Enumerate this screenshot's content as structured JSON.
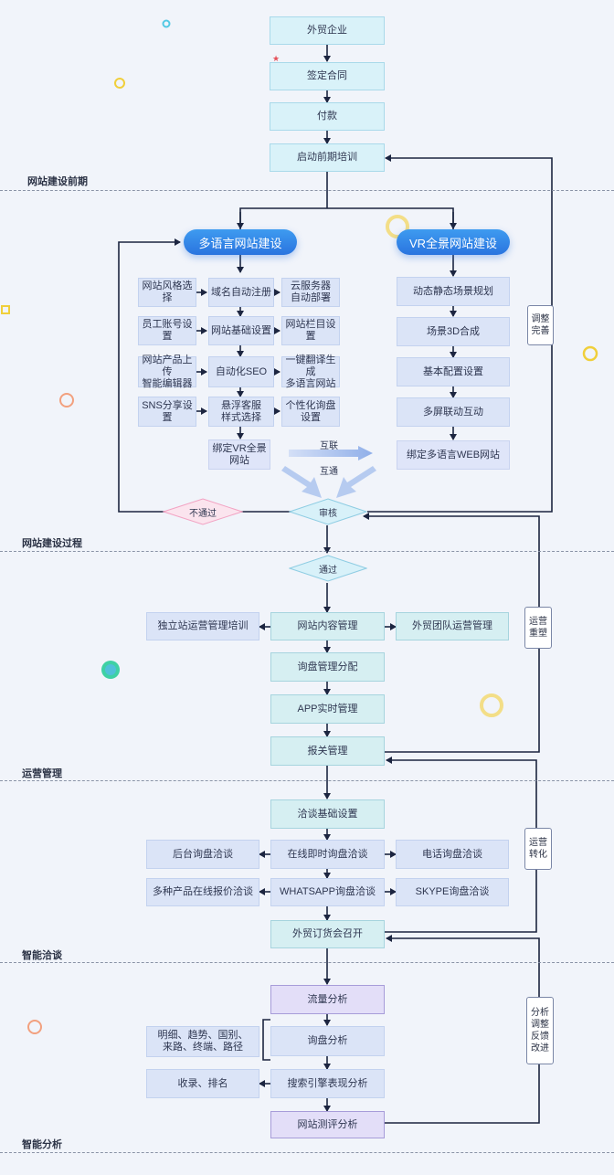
{
  "top": {
    "company": "外贸企业",
    "contract": "签定合同",
    "payment": "付款",
    "training": "启动前期培训"
  },
  "sections": {
    "s1": "网站建设前期",
    "s2": "网站建设过程",
    "s3": "运营管理",
    "s4": "智能洽谈",
    "s5": "智能分析"
  },
  "multilang": {
    "title": "多语言网站建设",
    "left": [
      "网站风格选择",
      "员工账号设置",
      "网站产品上传\n智能编辑器",
      "SNS分享设置"
    ],
    "center": [
      "域名自动注册",
      "网站基础设置",
      "自动化SEO",
      "悬浮客服\n样式选择",
      "绑定VR全景\n网站"
    ],
    "right": [
      "云服务器\n自动部署",
      "网站栏目设置",
      "一键翻译生成\n多语言网站",
      "个性化询盘\n设置"
    ]
  },
  "vr": {
    "title": "VR全景网站建设",
    "items": [
      "动态静态场景规划",
      "场景3D合成",
      "基本配置设置",
      "多屏联动互动",
      "绑定多语言WEB网站"
    ]
  },
  "connect": {
    "a": "互联",
    "b": "互通"
  },
  "review": {
    "label": "审核",
    "fail": "不通过",
    "pass": "通过"
  },
  "side_labels": {
    "adjust": "调整\n完善",
    "reshape": "运营\n重塑",
    "convert": "运营\n转化",
    "analysis": "分析\n调整\n反馈\n改进"
  },
  "ops": {
    "training": "独立站运营管理培训",
    "content": "网站内容管理",
    "team": "外贸团队运营管理",
    "inquiry": "询盘管理分配",
    "app": "APP实时管理",
    "customs": "报关管理"
  },
  "nego": {
    "base": "洽谈基础设置",
    "backend": "后台询盘洽谈",
    "online": "在线即时询盘洽谈",
    "phone": "电话询盘洽谈",
    "quote": "多种产品在线报价洽谈",
    "whatsapp": "WHATSAPP询盘洽谈",
    "skype": "SKYPE询盘洽谈",
    "fair": "外贸订货会召开"
  },
  "analysis": {
    "traffic": "流量分析",
    "detail": "明细、趋势、国别、\n来路、终端、路径",
    "inquiry": "询盘分析",
    "index": "收录、排名",
    "search": "搜索引擎表现分析",
    "review": "网站测评分析"
  }
}
